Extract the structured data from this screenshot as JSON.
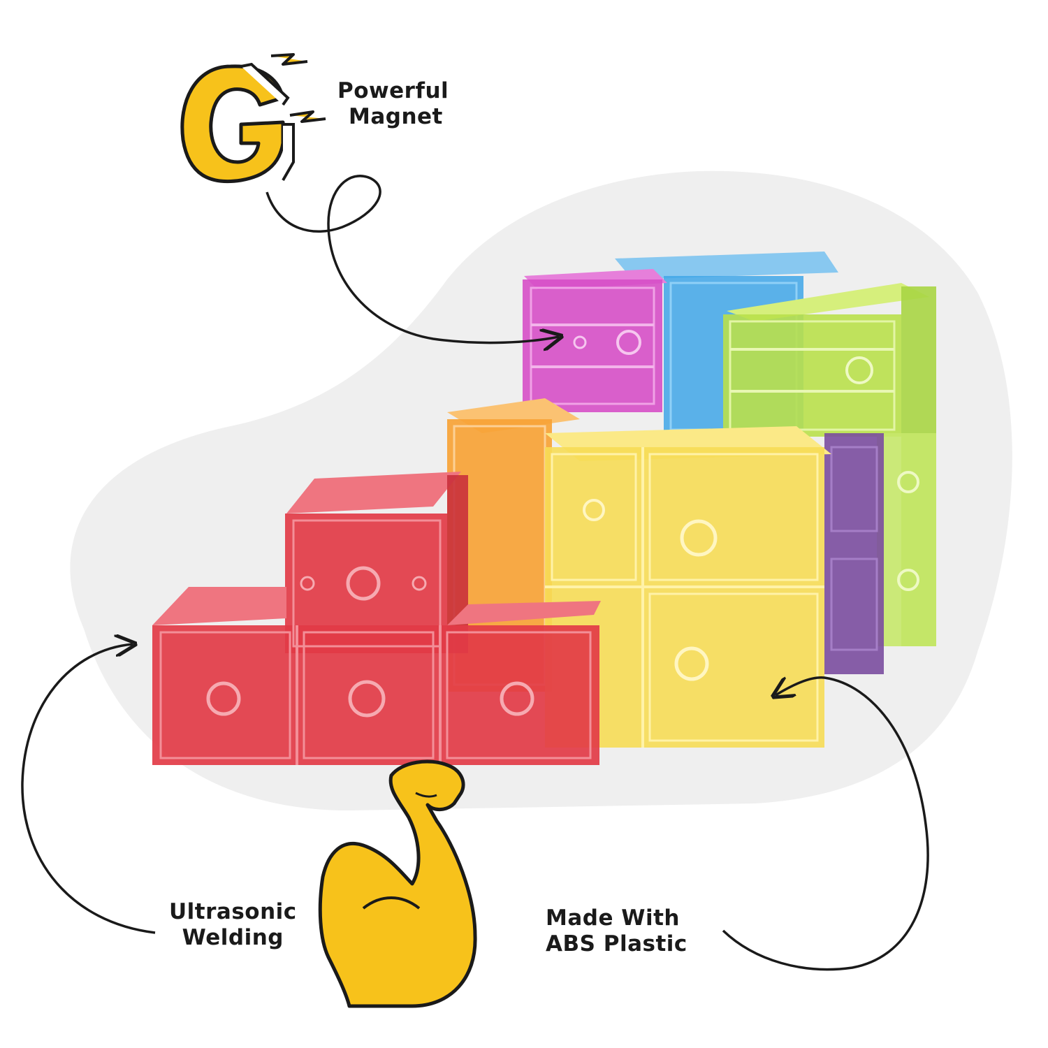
{
  "features": {
    "magnet": {
      "line1": "Powerful",
      "line2": "Magnet"
    },
    "welding": {
      "line1": "Ultrasonic",
      "line2": "Welding"
    },
    "plastic": {
      "line1": "Made With",
      "line2": "ABS Plastic"
    }
  },
  "icons": {
    "magnet": "g-magnet-icon",
    "strength": "flexed-arm-icon"
  },
  "colors": {
    "accent_yellow": "#f7c21b",
    "outline": "#1a1a1a",
    "blob": "#efefef",
    "cube_red": "#e23b46",
    "cube_orange": "#f7a336",
    "cube_yellow": "#f6dc55",
    "cube_magenta": "#d64fc6",
    "cube_blue": "#3fa6e8",
    "cube_green": "#b9e04b",
    "cube_purple": "#7a4d9e"
  }
}
